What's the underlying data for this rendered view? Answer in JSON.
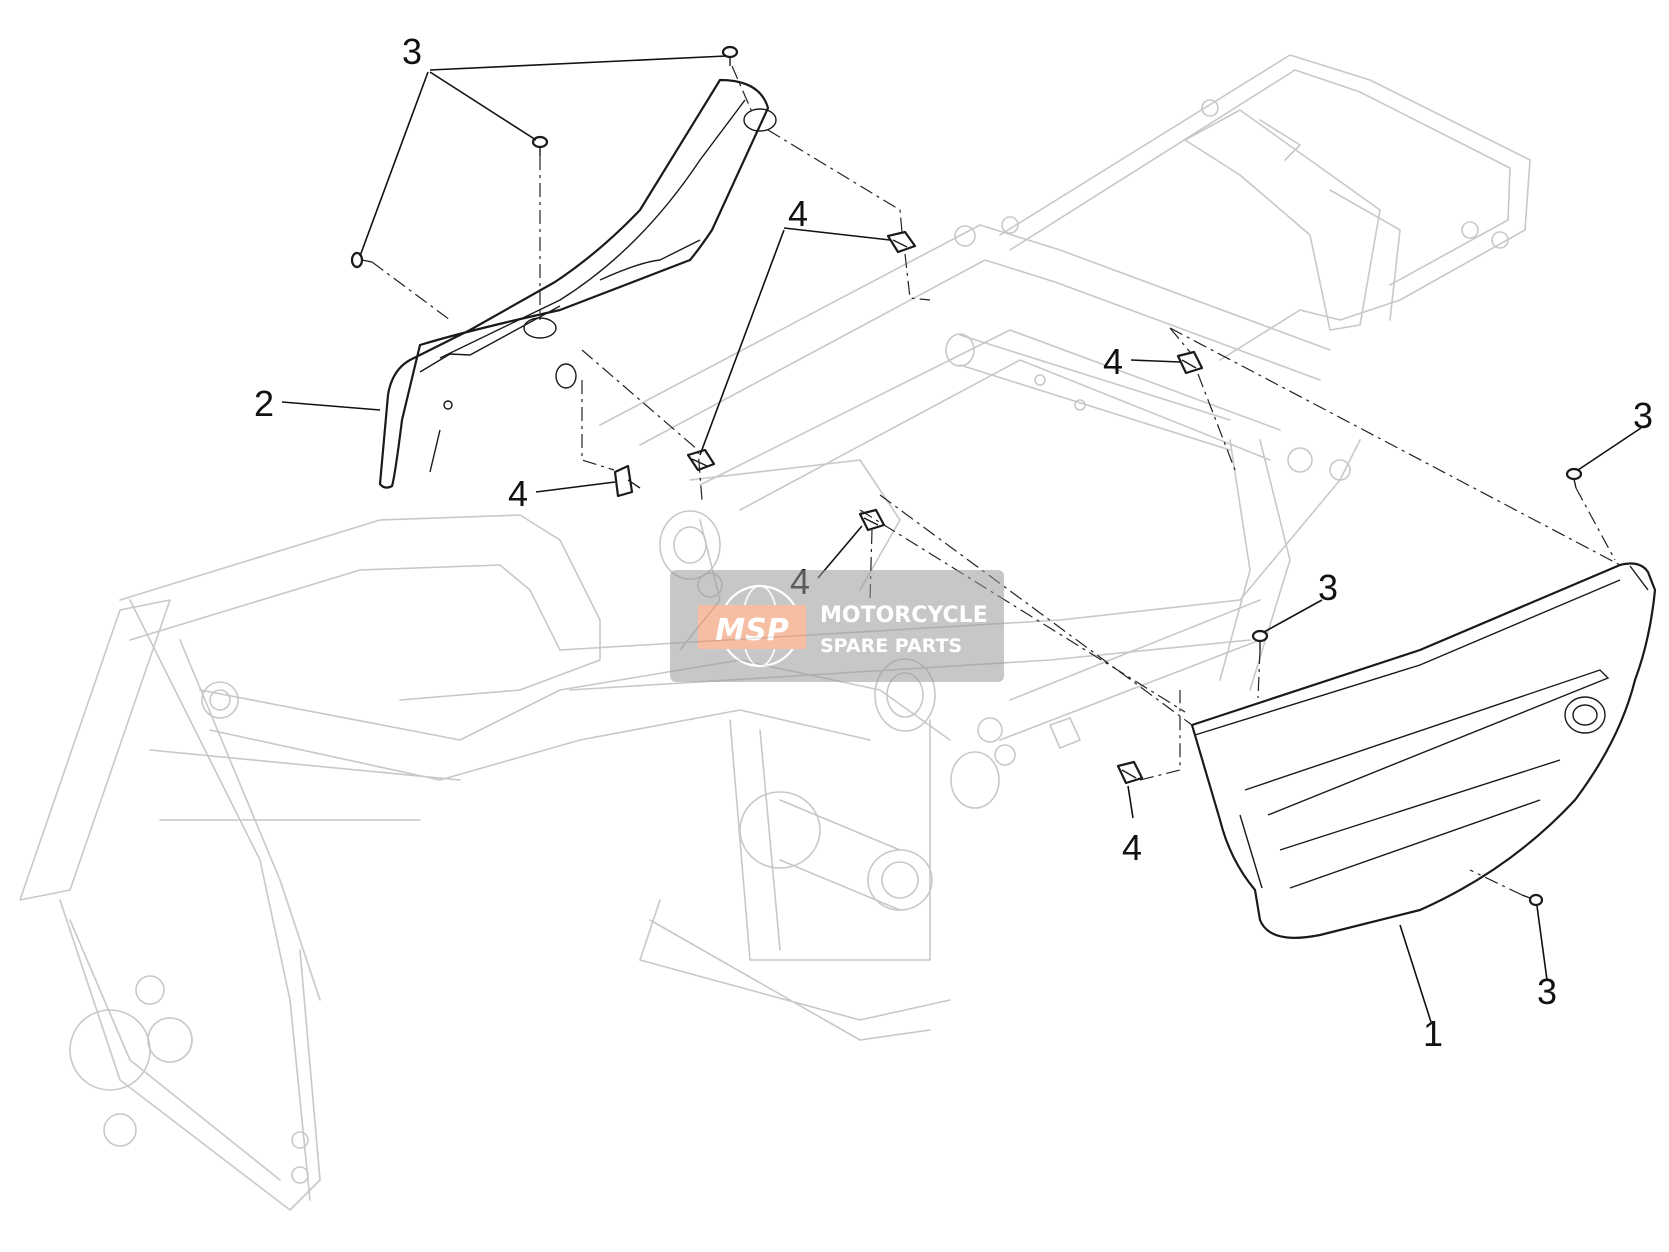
{
  "callouts": [
    {
      "id": "c3a",
      "label": "3"
    },
    {
      "id": "c2",
      "label": "2"
    },
    {
      "id": "c4a",
      "label": "4"
    },
    {
      "id": "c4b",
      "label": "4"
    },
    {
      "id": "c4c",
      "label": "4"
    },
    {
      "id": "c4d",
      "label": "4"
    },
    {
      "id": "c4e",
      "label": "4"
    },
    {
      "id": "c3b",
      "label": "3"
    },
    {
      "id": "c3c",
      "label": "3"
    },
    {
      "id": "c3d",
      "label": "3"
    },
    {
      "id": "c1",
      "label": "1"
    }
  ],
  "watermark": {
    "logo": "MSP",
    "line1": "MOTORCYCLE",
    "line2": "SPARE PARTS",
    "logo_color": "#f08c5a",
    "panel_color": "#9a9a9a"
  },
  "colors": {
    "frame_ghost": "#c8c8c8",
    "parts": "#1a1a1a"
  }
}
